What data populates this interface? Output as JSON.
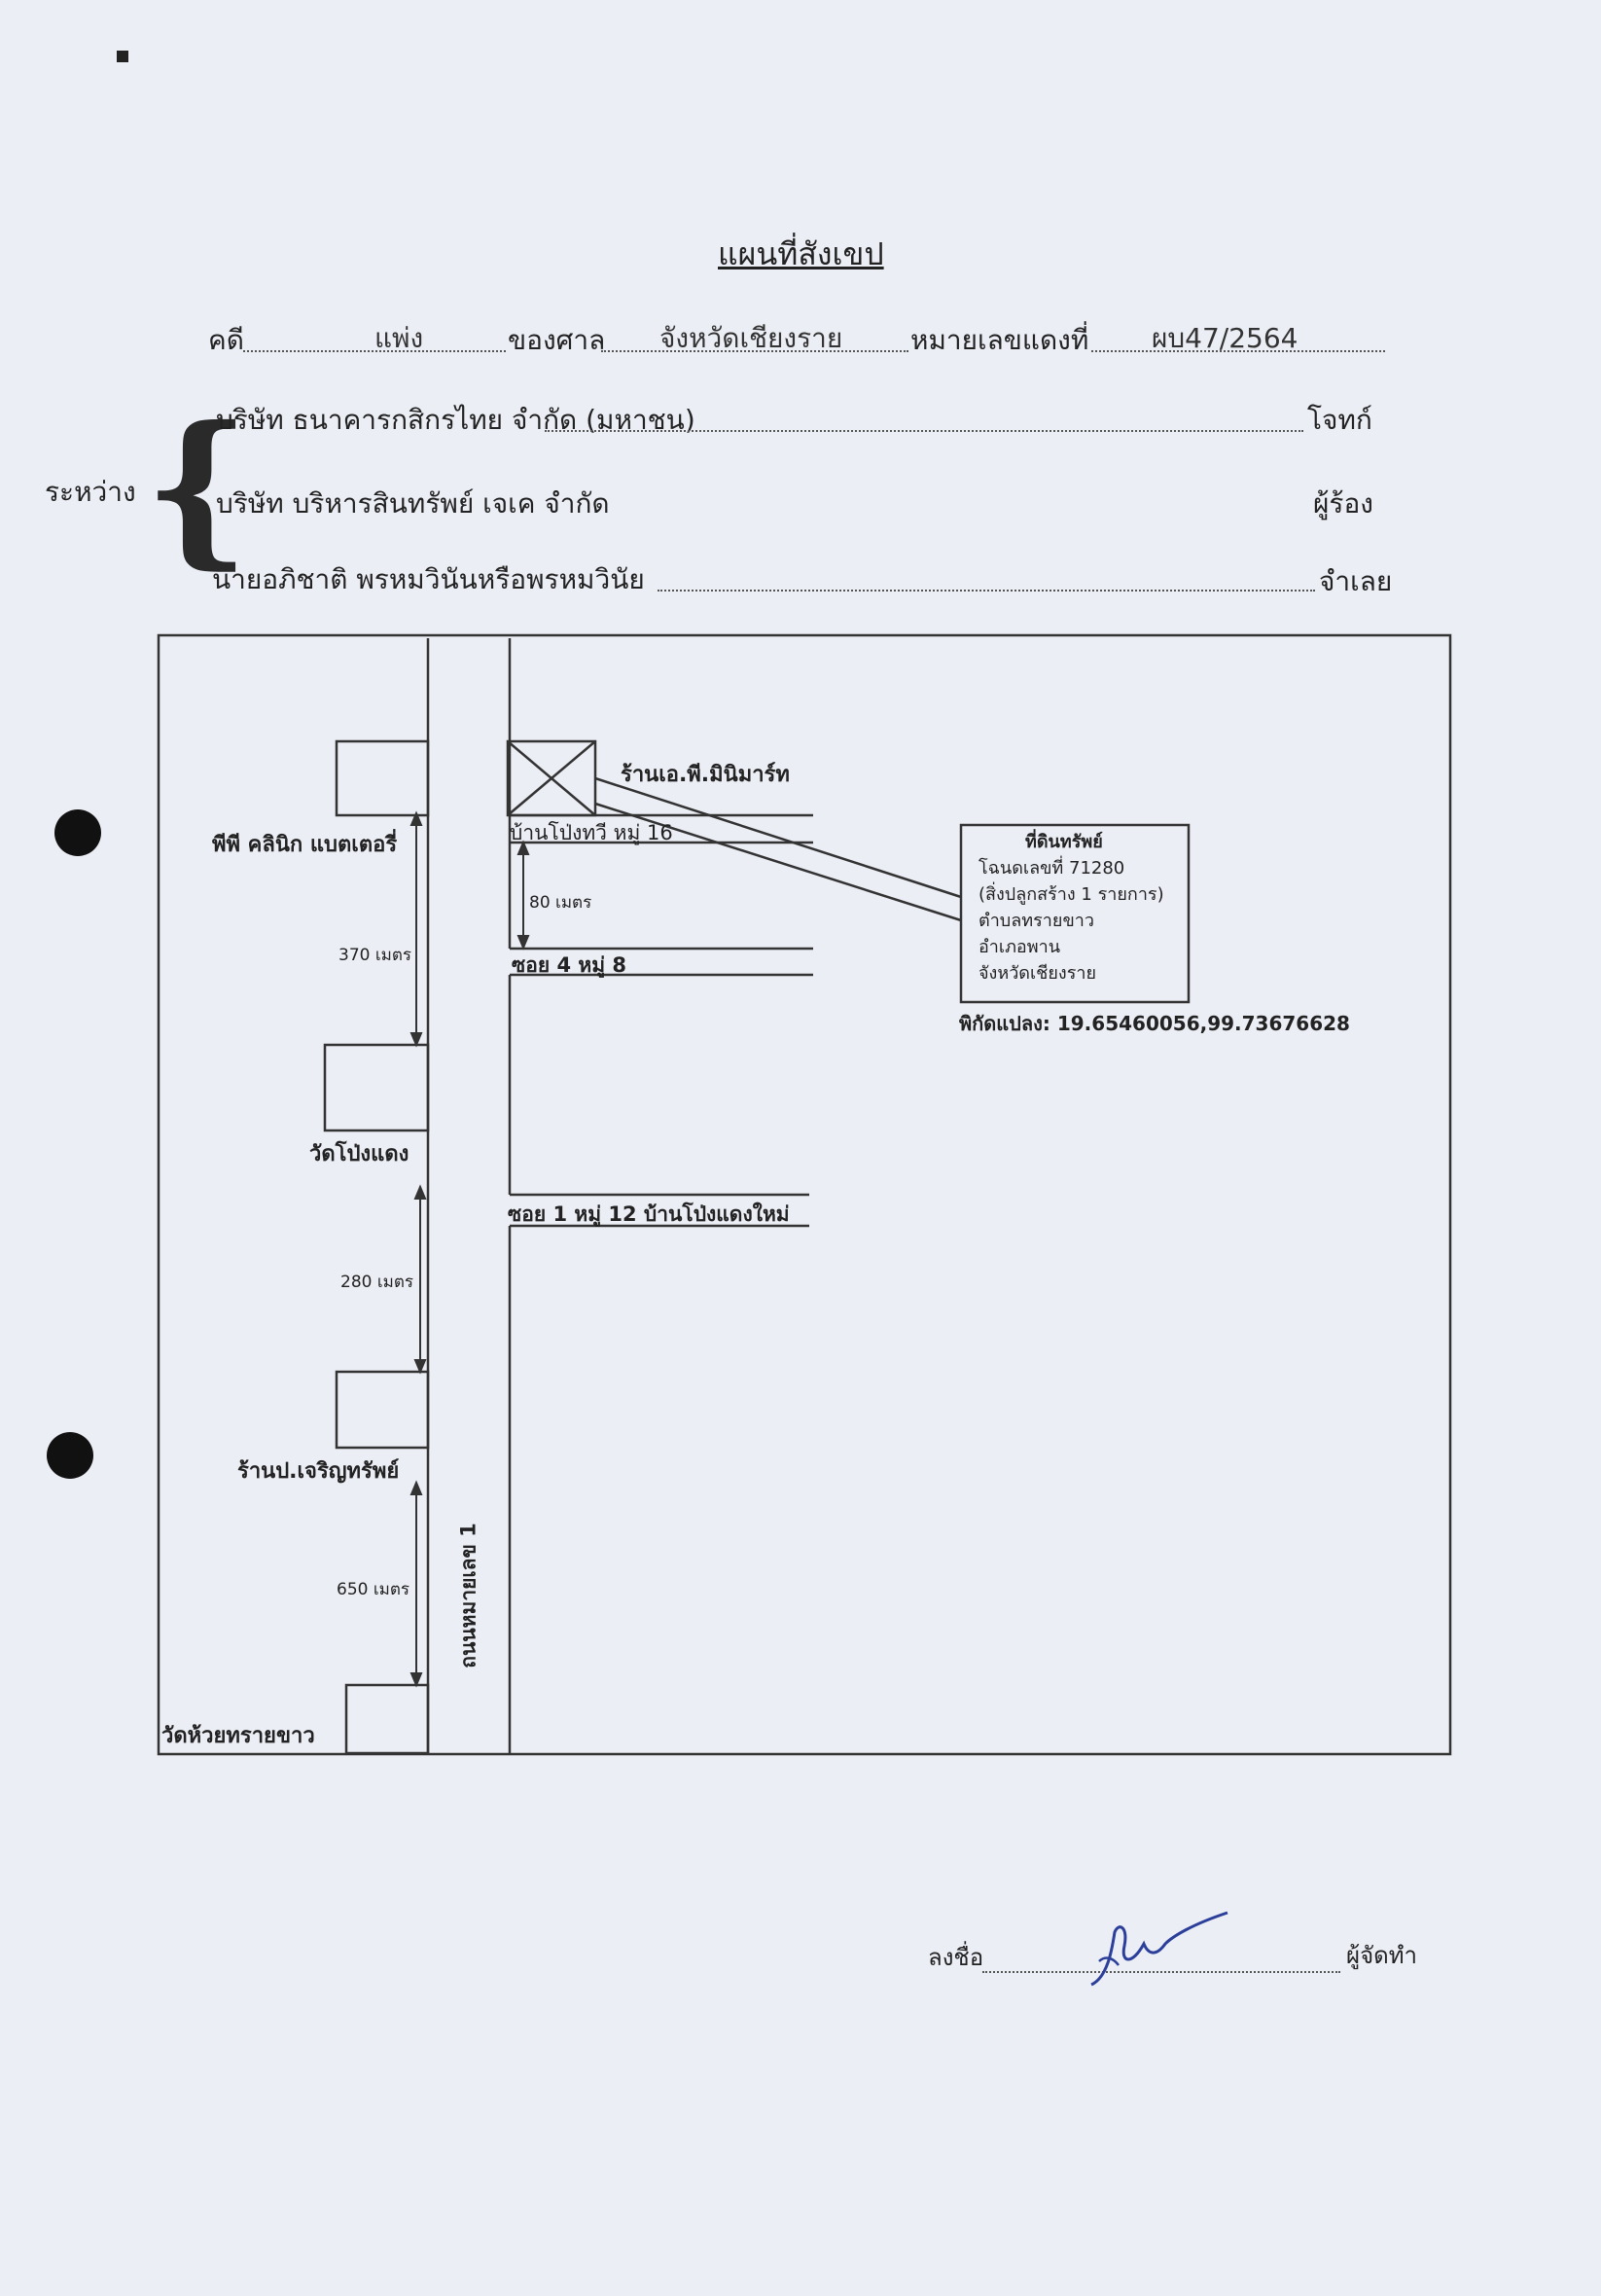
{
  "title": "แผนที่สังเขป",
  "header": {
    "case_label": "คดี",
    "case_type": "แพ่ง",
    "court_label": "ของศาล",
    "court": "จังหวัดเชียงราย",
    "number_label": "หมายเลขแดงที่",
    "number": "ผบ47/2564"
  },
  "between_label": "ระหว่าง",
  "parties": [
    {
      "name": "บริษัท ธนาคารกสิกรไทย จำกัด (มหาชน)",
      "role": "โจทก์"
    },
    {
      "name": "บริษัท บริหารสินทรัพย์ เจเค จำกัด",
      "role": "ผู้ร้อง"
    },
    {
      "name": "นายอภิชาติ พรหมวินันหรือพรหมวินัย",
      "role": "จำเลย"
    }
  ],
  "map": {
    "road_name": "ถนนหมายเลข 1",
    "landmarks": {
      "ap_minimart": "ร้านเอ.พี.มินิมาร์ท",
      "pp_clinic": "พีพี คลินิก แบตเตอรี่",
      "wat_pong_daeng": "วัดโป่งแดง",
      "charoen_sap": "ร้านป.เจริญทรัพย์",
      "wat_huai_sai_khao": "วัดห้วยทรายขาว"
    },
    "side_roads": {
      "ban_pong_thawi": "บ้านโป่งทวี หมู่ 16",
      "soi4": "ซอย 4 หมู่ 8",
      "soi1": "ซอย 1 หมู่ 12 บ้านโป่งแดงใหม่"
    },
    "distances": {
      "d80": "80 เมตร",
      "d370": "370 เมตร",
      "d280": "280 เมตร",
      "d650": "650 เมตร"
    },
    "property_box": {
      "line1": "ที่ดินทรัพย์",
      "line2": "โฉนดเลขที่ 71280",
      "line3": "(สิ่งปลูกสร้าง 1 รายการ)",
      "line4": "ตำบลทรายขาว",
      "line5": "อำเภอพาน",
      "line6": "จังหวัดเชียงราย"
    },
    "coordinates": "พิกัดแปลง: 19.65460056,99.73676628"
  },
  "signature": {
    "sign_label": "ลงชื่อ",
    "role": "ผู้จัดทำ"
  }
}
